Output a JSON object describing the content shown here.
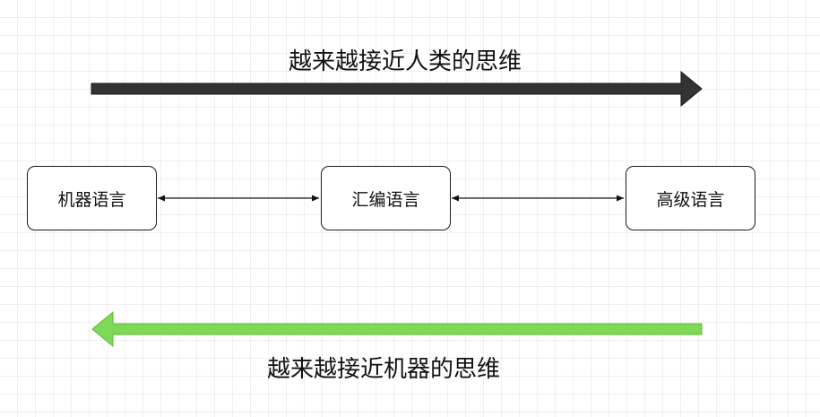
{
  "diagram": {
    "top_arrow": {
      "label": "越来越接近人类的思维",
      "color": "#333333",
      "direction": "right"
    },
    "bottom_arrow": {
      "label": "越来越接近机器的思维",
      "color": "#7ed957",
      "stroke_color": "#5cb82e",
      "direction": "left"
    },
    "nodes": [
      {
        "label": "机器语言"
      },
      {
        "label": "汇编语言"
      },
      {
        "label": "高级语言"
      }
    ],
    "connectors": [
      {
        "from": "机器语言",
        "to": "汇编语言",
        "type": "bidirectional"
      },
      {
        "from": "汇编语言",
        "to": "高级语言",
        "type": "bidirectional"
      }
    ]
  }
}
